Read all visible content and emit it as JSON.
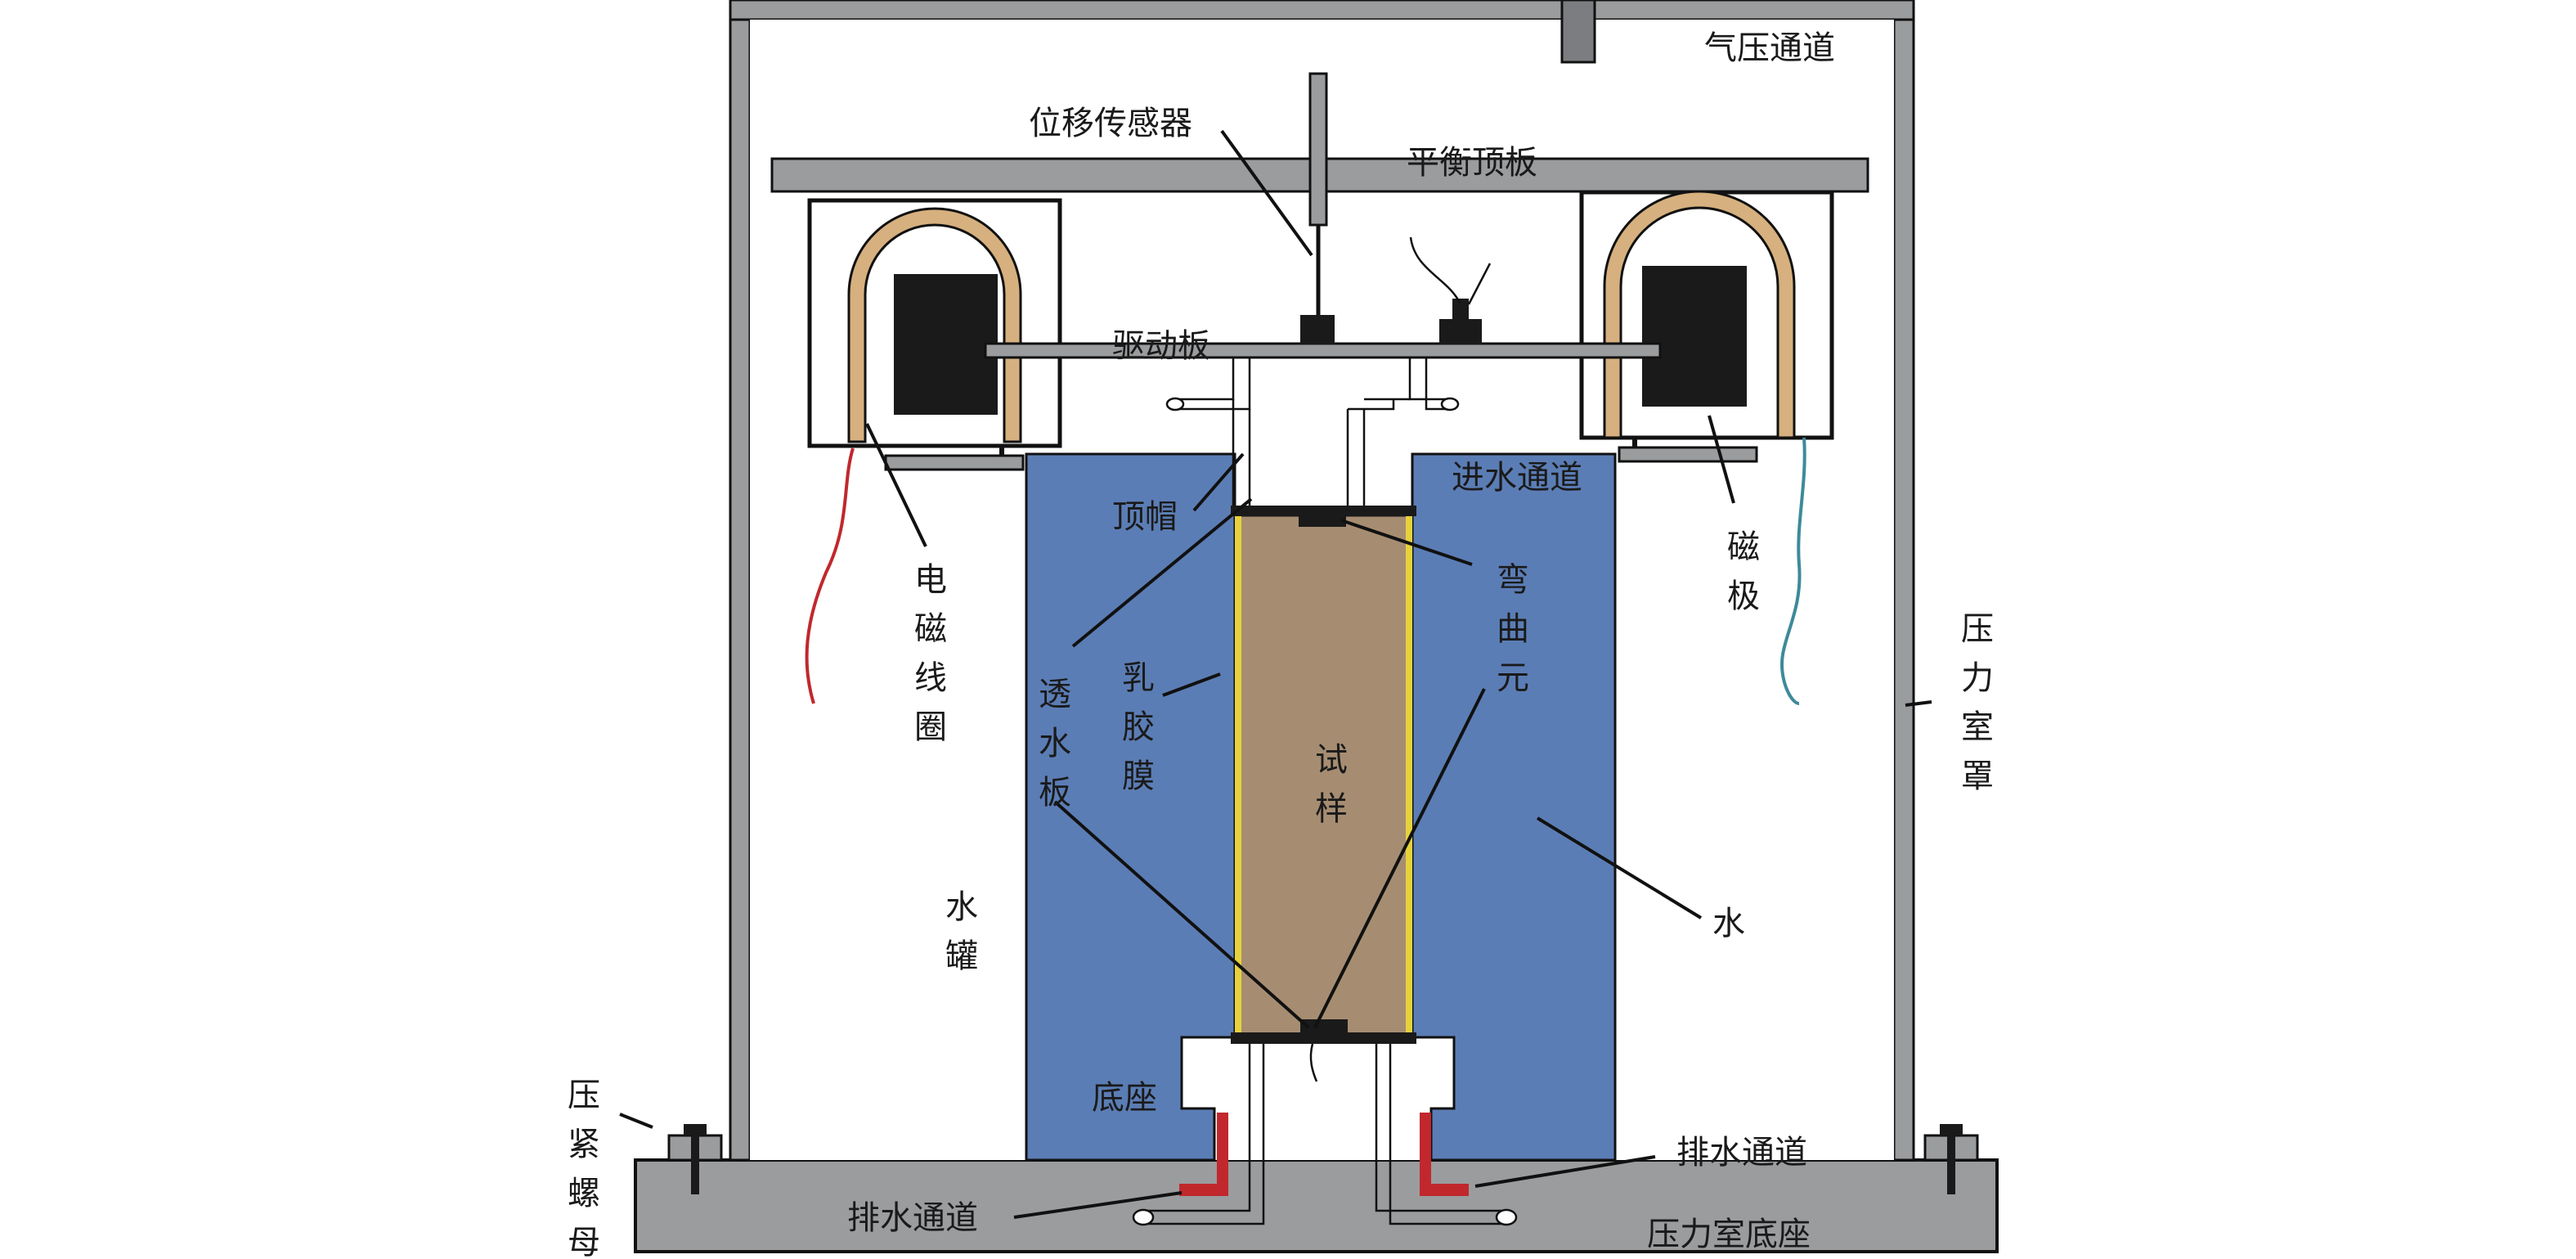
{
  "labels": {
    "air_channel": "气压通道",
    "displacement_sensor": "位移传感器",
    "balance_top_plate": "平衡顶板",
    "drive_plate": "驱动板",
    "top_cap": "顶帽",
    "inlet_channel": "进水通道",
    "bender_element": [
      "弯",
      "曲",
      "元"
    ],
    "em_coil": [
      "电",
      "磁",
      "线",
      "圈"
    ],
    "magnetic_pole": [
      "磁",
      "极"
    ],
    "pressure_cover": [
      "压",
      "力",
      "室",
      "罩"
    ],
    "porous_plate": [
      "透",
      "水",
      "板"
    ],
    "latex_membrane": [
      "乳",
      "胶",
      "膜"
    ],
    "specimen": [
      "试",
      "样"
    ],
    "water_tank": [
      "水",
      "罐"
    ],
    "water": "水",
    "base": "底座",
    "drain_left": "排水通道",
    "drain_right": "排水通道",
    "chamber_base": "压力室底座",
    "nut": [
      "压",
      "紧",
      "螺",
      "母"
    ]
  },
  "colors": {
    "frame": "#9a9c9e",
    "water_tank": "#5b7db5",
    "specimen": "#a68d72",
    "membrane": "#e6d23c",
    "coil": "#d6b07e",
    "magnet": "#1a1a1a",
    "drain_pipe": "#c0282d",
    "wire_left": "#c0282d",
    "wire_right": "#3d8a9a"
  }
}
